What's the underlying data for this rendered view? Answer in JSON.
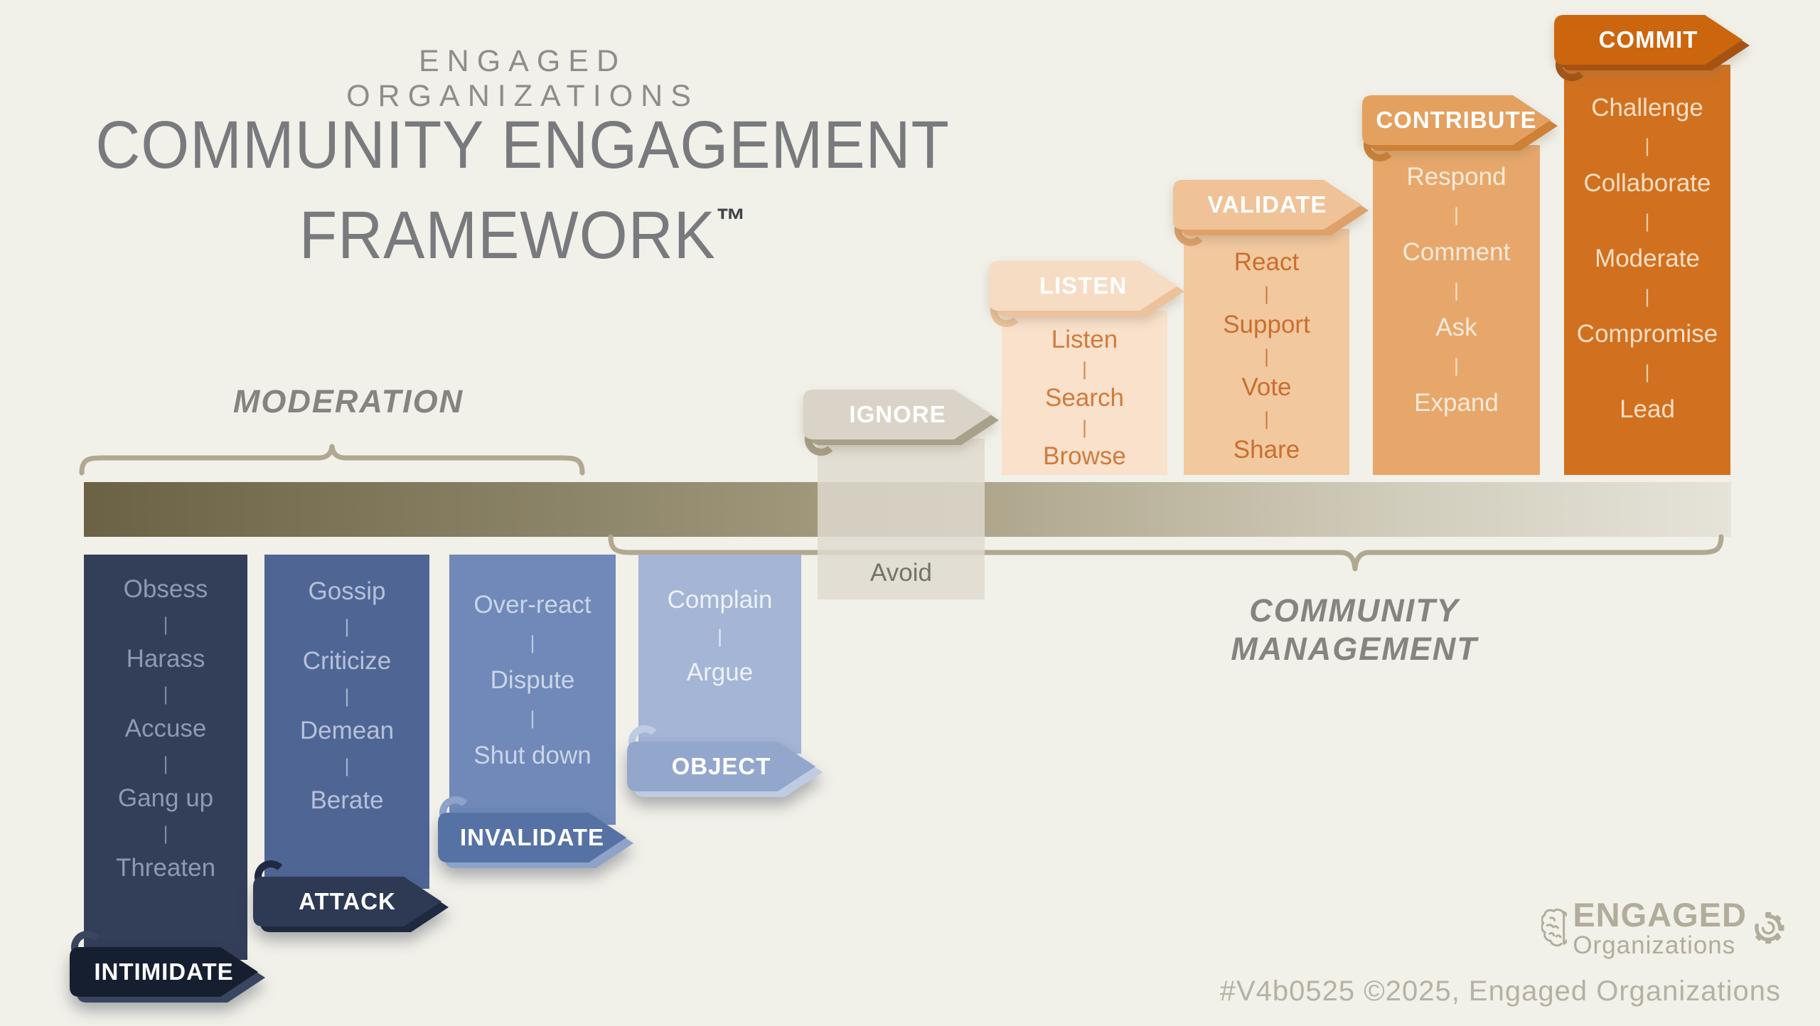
{
  "header": {
    "kicker": "ENGAGED ORGANIZATIONS",
    "title_line1": "COMMUNITY ENGAGEMENT",
    "title_line2": "FRAMEWORK",
    "trademark": "™"
  },
  "moderation_label": "MODERATION",
  "community_label_line1": "COMMUNITY",
  "community_label_line2": "MANAGEMENT",
  "separator": "|",
  "columns": [
    {
      "id": "intimidate",
      "label": "INTIMIDATE",
      "items": [
        "Obsess",
        "Harass",
        "Accuse",
        "Gang up",
        "Threaten"
      ],
      "colors": {
        "body": "#333e59",
        "banner": "#161f30",
        "edge": "#39465f",
        "text": "#8f9ab0",
        "label": "#ffffff"
      }
    },
    {
      "id": "attack",
      "label": "ATTACK",
      "items": [
        "Gossip",
        "Criticize",
        "Demean",
        "Berate"
      ],
      "colors": {
        "body": "#4f6695",
        "banner": "#2e3a54",
        "edge": "#1f2940",
        "text": "#b6c1d8",
        "label": "#ffffff"
      }
    },
    {
      "id": "invalidate",
      "label": "INVALIDATE",
      "items": [
        "Over-react",
        "Dispute",
        "Shut down"
      ],
      "colors": {
        "body": "#7089b8",
        "banner": "#5672a4",
        "edge": "#8da3c9",
        "text": "#cbd5e9",
        "label": "#ffffff"
      }
    },
    {
      "id": "object",
      "label": "OBJECT",
      "items": [
        "Complain",
        "Argue"
      ],
      "colors": {
        "body": "#a5b5d5",
        "banner": "#93a7cc",
        "edge": "#bfcbe2",
        "text": "#edf1f8",
        "label": "#ffffff"
      }
    },
    {
      "id": "ignore",
      "label": "IGNORE",
      "items": [
        "Avoid"
      ],
      "colors": {
        "body": "rgba(223,218,207,0.83)",
        "banner": "#d9d4c7",
        "edge": "#a8a189",
        "text": "#73736c",
        "label": "#ffffff"
      }
    },
    {
      "id": "listen",
      "label": "LISTEN",
      "items": [
        "Listen",
        "Search",
        "Browse"
      ],
      "colors": {
        "body": "#f9e1cb",
        "banner": "#f7dcc4",
        "edge": "#ecc29b",
        "text": "#cf7b3e",
        "label": "#ffffff"
      }
    },
    {
      "id": "validate",
      "label": "VALIDATE",
      "items": [
        "React",
        "Support",
        "Vote",
        "Share"
      ],
      "colors": {
        "body": "#f2c89f",
        "banner": "#f0c298",
        "edge": "#dfa06a",
        "text": "#c96f2e",
        "label": "#ffffff"
      }
    },
    {
      "id": "contribute",
      "label": "CONTRIBUTE",
      "items": [
        "Respond",
        "Comment",
        "Ask",
        "Expand"
      ],
      "colors": {
        "body": "#e7a76b",
        "banner": "#e4a05f",
        "edge": "#cd8136",
        "text": "#f9ead9",
        "label": "#ffffff"
      }
    },
    {
      "id": "commit",
      "label": "COMMIT",
      "items": [
        "Challenge",
        "Collaborate",
        "Moderate",
        "Compromise",
        "Lead"
      ],
      "colors": {
        "body": "#d1701f",
        "banner": "#cb660f",
        "edge": "#a55212",
        "text": "#f7dfc4",
        "label": "#ffffff"
      }
    }
  ],
  "logo": {
    "name": "ENGAGED",
    "sub": "Organizations"
  },
  "footer": {
    "credit": "#V4b0525 ©2025, Engaged Organizations"
  },
  "palette": {
    "background": "#f1f0e9",
    "brace": "#b0a890",
    "bar_left": "#6b6245",
    "bar_right": "#e6e3da",
    "title": "#797a7e",
    "kicker": "#8d8d8a",
    "section_label": "#85847f",
    "footer": "#b6b1a2",
    "logo": "#b2ac9b",
    "trademark": "#41434a"
  }
}
